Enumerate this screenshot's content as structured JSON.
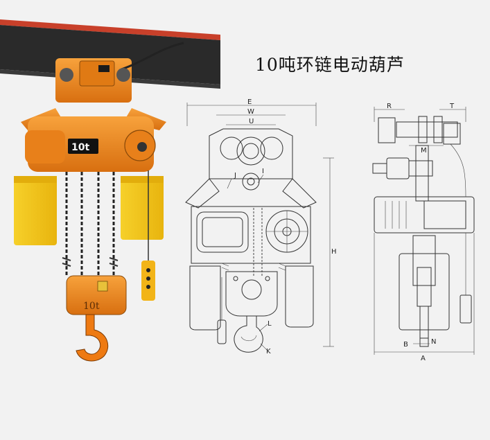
{
  "title": "10吨环链电动葫芦",
  "hoist_photo": {
    "capacity_plate": "10t",
    "hook_block_label": "10t"
  },
  "front_view": {
    "dims": {
      "E": "E",
      "W": "W",
      "U": "U",
      "J": "J",
      "I": "I",
      "H": "H",
      "L": "L",
      "K": "K"
    }
  },
  "side_view": {
    "dims": {
      "R": "R",
      "T": "T",
      "M": "M",
      "B": "B",
      "N": "N",
      "A": "A"
    }
  },
  "colors": {
    "hoist_orange": "#f08a1c",
    "bag_yellow": "#f5c515",
    "beam_dark": "#2a2a2a",
    "beam_red": "#c8402a"
  }
}
